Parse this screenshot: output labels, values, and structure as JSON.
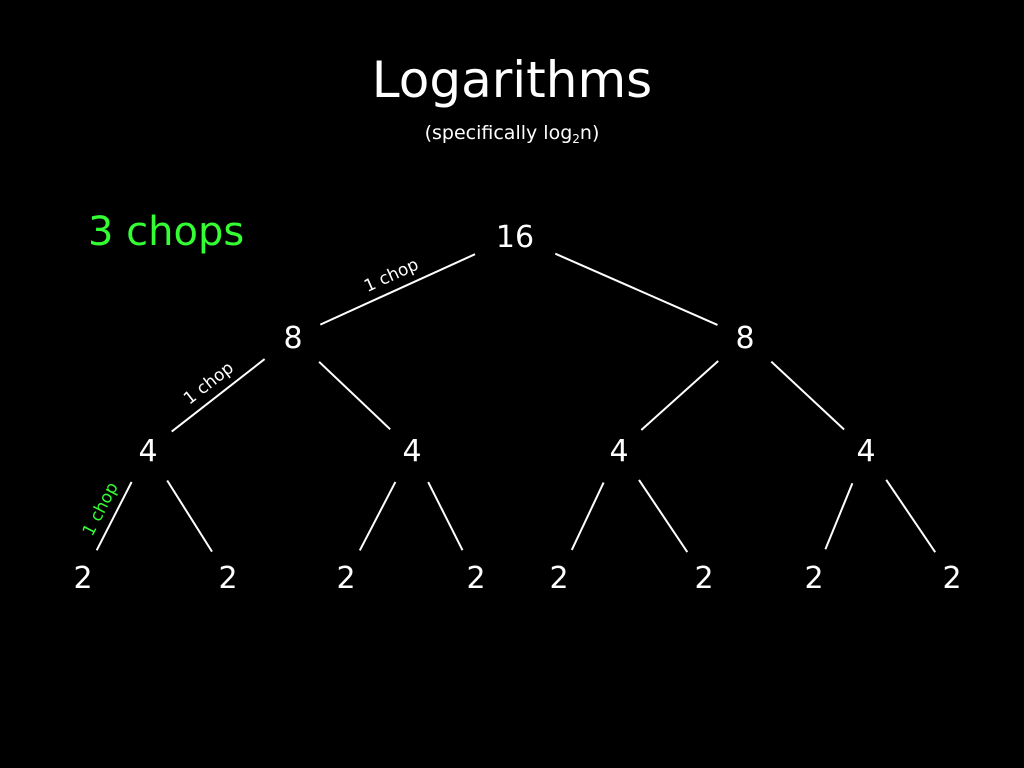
{
  "slide": {
    "title": "Logarithms",
    "subtitle_prefix": "(specifically log",
    "subtitle_subscript": "2",
    "subtitle_suffix": "n)",
    "summary": "3 chops",
    "summary_color": "#33ff33",
    "background_color": "#000000",
    "text_color": "#ffffff"
  },
  "tree": {
    "levels": [
      [
        "16"
      ],
      [
        "8",
        "8"
      ],
      [
        "4",
        "4",
        "4",
        "4"
      ],
      [
        "2",
        "2",
        "2",
        "2",
        "2",
        "2",
        "2",
        "2"
      ]
    ],
    "edge_labels": [
      {
        "text": "1 chop",
        "level": 0,
        "color": "#ffffff"
      },
      {
        "text": "1 chop",
        "level": 1,
        "color": "#ffffff"
      },
      {
        "text": "1 chop",
        "level": 2,
        "color": "#33ff33"
      }
    ]
  }
}
